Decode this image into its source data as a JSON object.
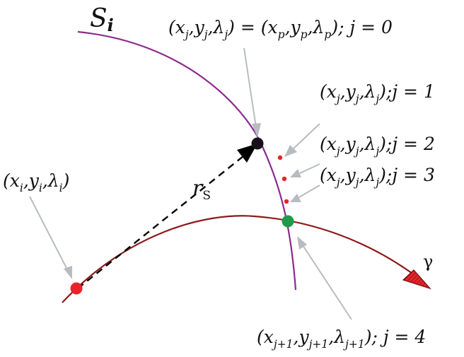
{
  "diagram": {
    "surface_label": "S",
    "surface_label_sub": "i",
    "radius_label": "r",
    "radius_label_sub": "S",
    "trajectory_label": "γ",
    "colors": {
      "surface": "#8a2a8c",
      "trajectory": "#8b1a1a",
      "pointer": "#b8bcc0",
      "start_point": "#e8242b",
      "projection_point": "#1a0f1c",
      "intermediate_points": "#e8242b",
      "intersection_point": "#1f9a4a",
      "arrow_head": "#e8242b"
    },
    "labels": {
      "start": "(x<sub>i</sub>,y<sub>i</sub>,λ<sub>i</sub>)",
      "j0": "(x<sub>j</sub>,y<sub>j</sub>,λ<sub>j</sub>) = (x<sub>p</sub>,y<sub>p</sub>,λ<sub>p</sub>); j = 0",
      "j1": "(x<sub>j</sub>,y<sub>j</sub>,λ<sub>j</sub>);j = 1",
      "j2": "(x<sub>j</sub>,y<sub>j</sub>,λ<sub>j</sub>);j = 2",
      "j3": "(x<sub>j</sub>,y<sub>j</sub>,λ<sub>j</sub>);j = 3",
      "j4": "(x<sub>j+1</sub>,y<sub>j+1</sub>,λ<sub>j+1</sub>); j = 4"
    }
  }
}
